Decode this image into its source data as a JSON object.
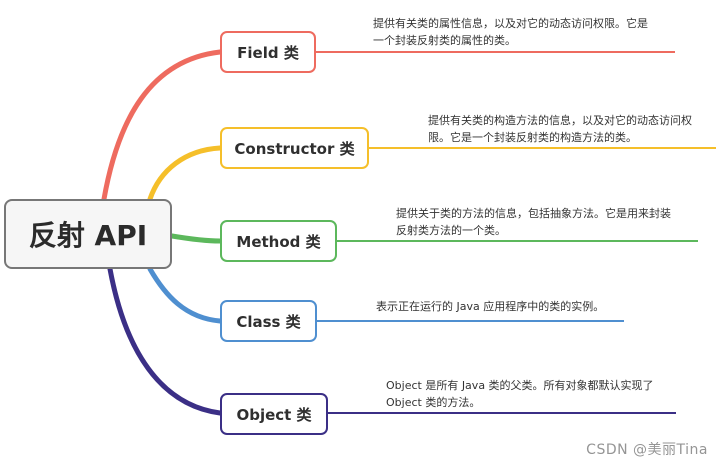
{
  "root": {
    "label": "反射 API"
  },
  "branches": [
    {
      "label": "Field 类",
      "color": "#ee6b5f",
      "desc_lines": [
        "提供有关类的属性信息，以及对它的动态访问权限。它是",
        "一个封装反射类的属性的类。"
      ]
    },
    {
      "label": "Constructor 类",
      "color": "#f5bf2a",
      "desc_lines": [
        "提供有关类的构造方法的信息，以及对它的动态访问权",
        "限。它是一个封装反射类的构造方法的类。"
      ]
    },
    {
      "label": "Method 类",
      "color": "#5cb85c",
      "desc_lines": [
        "提供关于类的方法的信息，包括抽象方法。它是用来封装",
        "反射类方法的一个类。"
      ]
    },
    {
      "label": "Class 类",
      "color": "#4f8fd0",
      "desc_lines": [
        "表示正在运行的 Java 应用程序中的类的实例。"
      ]
    },
    {
      "label": "Object 类",
      "color": "#3b2f86",
      "desc_lines": [
        "Object 是所有 Java 类的父类。所有对象都默认实现了",
        "Object 类的方法。"
      ]
    }
  ],
  "watermark": "CSDN @美丽Tina"
}
